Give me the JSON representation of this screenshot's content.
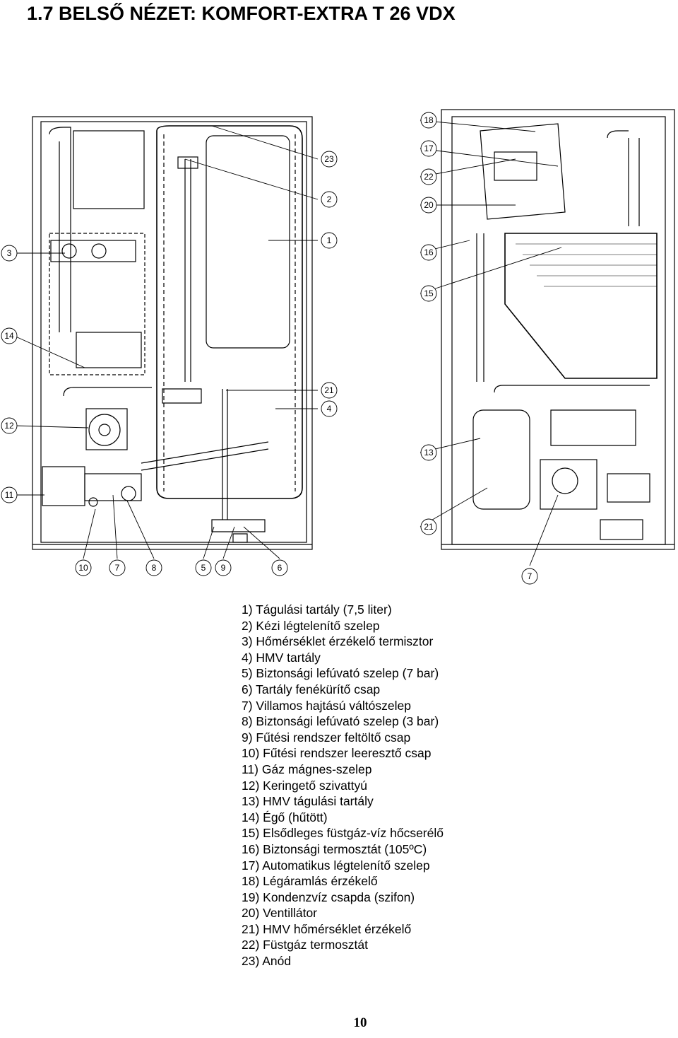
{
  "title": "1.7 BELSŐ NÉZET: KOMFORT-EXTRA T 26 VDX",
  "callouts": {
    "c18": "18",
    "c17": "17",
    "c23": "23",
    "c22": "22",
    "c2": "2",
    "c20": "20",
    "c3": "3",
    "c1": "1",
    "c16": "16",
    "c15": "15",
    "c14": "14",
    "c21a": "21",
    "c4": "4",
    "c12": "12",
    "c13": "13",
    "c11": "11",
    "c21b": "21",
    "c10": "10",
    "c7a": "7",
    "c8": "8",
    "c5": "5",
    "c9": "9",
    "c6": "6",
    "c7b": "7"
  },
  "legend": [
    "1) Tágulási tartály (7,5 liter)",
    "2) Kézi légtelenítő szelep",
    "3) Hőmérséklet érzékelő termisztor",
    "4) HMV tartály",
    "5) Biztonsági lefúvató szelep (7 bar)",
    "6) Tartály fenékürítő csap",
    "7) Villamos hajtású váltószelep",
    "8) Biztonsági lefúvató szelep (3 bar)",
    "9) Fűtési rendszer feltöltő csap",
    "10) Fűtési rendszer leeresztő csap",
    "11) Gáz mágnes-szelep",
    "12) Keringető szivattyú",
    "13) HMV tágulási tartály",
    "14) Égő (hűtött)",
    "15) Elsődleges füstgáz-víz hőcserélő",
    "16) Biztonsági termosztát (105ºC)",
    "17) Automatikus légtelenítő szelep",
    "18) Légáramlás érzékelő",
    "19) Kondenzvíz csapda (szifon)",
    "20) Ventillátor",
    "21) HMV hőmérséklet érzékelő",
    "22) Füstgáz termosztát",
    "23) Anód"
  ],
  "page_number": "10"
}
